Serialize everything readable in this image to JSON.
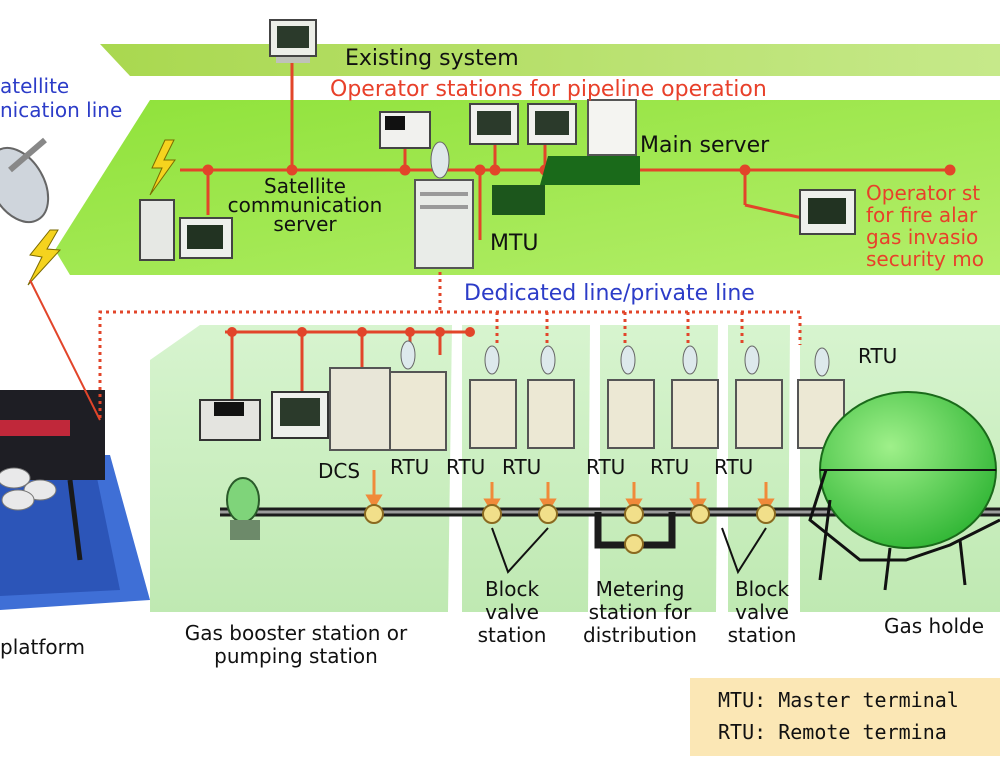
{
  "labels": {
    "existing_system": "Existing system",
    "operator_stations_pipeline": "Operator stations for pipeline operation",
    "main_server": "Main server",
    "satellite_server_l1": "Satellite",
    "satellite_server_l2": "communication",
    "satellite_server_l3": "server",
    "mtu": "MTU",
    "satellite_line_l1": "atellite",
    "satellite_line_l2": "nication line",
    "operator_fire_l1": "Operator st",
    "operator_fire_l2": "for fire alar",
    "operator_fire_l3": "gas invasio",
    "operator_fire_l4": "security mo",
    "dedicated_line": "Dedicated line/private line",
    "rtu_top": "RTU",
    "dcs": "DCS",
    "rtu_row": [
      "RTU",
      "RTU",
      "RTU",
      "RTU",
      "RTU",
      "RTU"
    ],
    "block_valve_1_l1": "Block",
    "block_valve_1_l2": "valve",
    "block_valve_1_l3": "station",
    "metering_l1": "Metering",
    "metering_l2": "station for",
    "metering_l3": "distribution",
    "block_valve_2_l1": "Block",
    "block_valve_2_l2": "valve",
    "block_valve_2_l3": "station",
    "gas_booster_l1": "Gas booster station or",
    "gas_booster_l2": "pumping station",
    "platform": "platform",
    "gas_holder": "Gas holde"
  },
  "legend": {
    "mtu_def": "MTU: Master terminal",
    "rtu_def": "RTU: Remote termina"
  },
  "colors": {
    "band_green": "#7ed321",
    "band_green_light": "#b8ec5a",
    "floor_green": "#c9f0c0",
    "line_red": "#e2452a",
    "label_red": "#e8402a",
    "label_blue": "#2c3cc8",
    "legend_bg": "#fbe7b5",
    "holder_green": "#52d454"
  }
}
